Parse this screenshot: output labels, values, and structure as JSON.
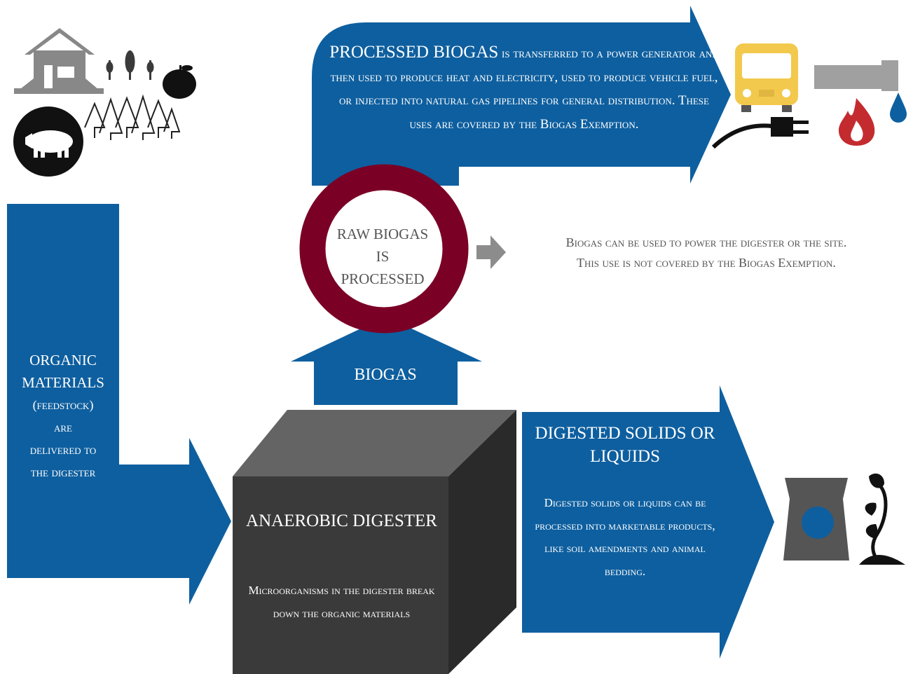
{
  "top_arrow": {
    "lead": "Processed biogas",
    "body": "is transferred to a power generator and then used to produce heat and electricity, used to produce vehicle fuel, or injected into natural gas pipelines for general distribution. These uses are covered by the Biogas Exemption."
  },
  "raw_biogas": {
    "label": "Raw biogas is processed"
  },
  "site_use": {
    "line1": "Biogas can be used to power the digester or the site.",
    "line2": "This use is not covered by the Biogas Exemption."
  },
  "biogas_arrow": {
    "label": "BIOGAS"
  },
  "feedstock": {
    "line1": "ORGANIC",
    "line2": "MATERIALS",
    "line3": "(feedstock)",
    "line4": "are",
    "line5": "delivered to",
    "line6": "the digester"
  },
  "digester": {
    "title": "ANAEROBIC DIGESTER",
    "description": "Microorganisms in the digester break down the organic materials"
  },
  "solids": {
    "title": "DIGESTED SOLIDS OR LIQUIDS",
    "description": "Digested solids or liquids can be processed into marketable products, like soil amendments and animal bedding."
  },
  "icons": {
    "farm": "farm-house-icon",
    "wheat": "wheat-icon",
    "apple": "apple-icon",
    "pig": "pig-icon",
    "trees": "forest-icon",
    "bus": "bus-icon",
    "pipe": "pipeline-icon",
    "droplet": "droplet-icon",
    "plug": "electric-plug-icon",
    "flame": "flame-icon",
    "soil_bag": "soil-bag-icon",
    "plant": "plant-icon"
  },
  "colors": {
    "arrow_blue": "#0e5f9f",
    "ring_maroon": "#7a0026",
    "cube_front": "#3a3a3a",
    "cube_top": "#646464",
    "cube_side": "#2a2a2a",
    "flame_red": "#c42b2f",
    "bus_yellow": "#f2c94c"
  }
}
